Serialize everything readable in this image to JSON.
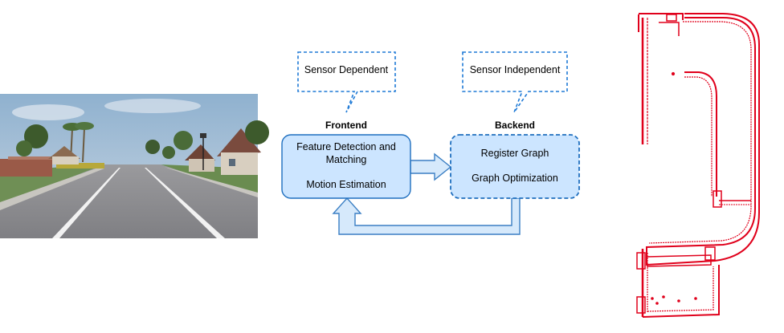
{
  "diagram": {
    "callouts": {
      "left": "Sensor Dependent",
      "right": "Sensor Independent"
    },
    "section_titles": {
      "frontend": "Frontend",
      "backend": "Backend"
    },
    "frontend_box": {
      "line1": "Feature Detection and",
      "line2": "Matching",
      "line3": "Motion Estimation"
    },
    "backend_box": {
      "line1": "Register Graph",
      "line2": "Graph Optimization"
    }
  },
  "colors": {
    "box_fill": "#cce5ff",
    "box_stroke": "#1f6fbf",
    "callout_stroke": "#1f7ad6",
    "arrow_fill": "#d6e9fb",
    "arrow_stroke": "#3b7fc4",
    "map_red": "#e0001b"
  },
  "images": {
    "left": "street-scene-photo",
    "right": "red-point-cloud-map"
  }
}
